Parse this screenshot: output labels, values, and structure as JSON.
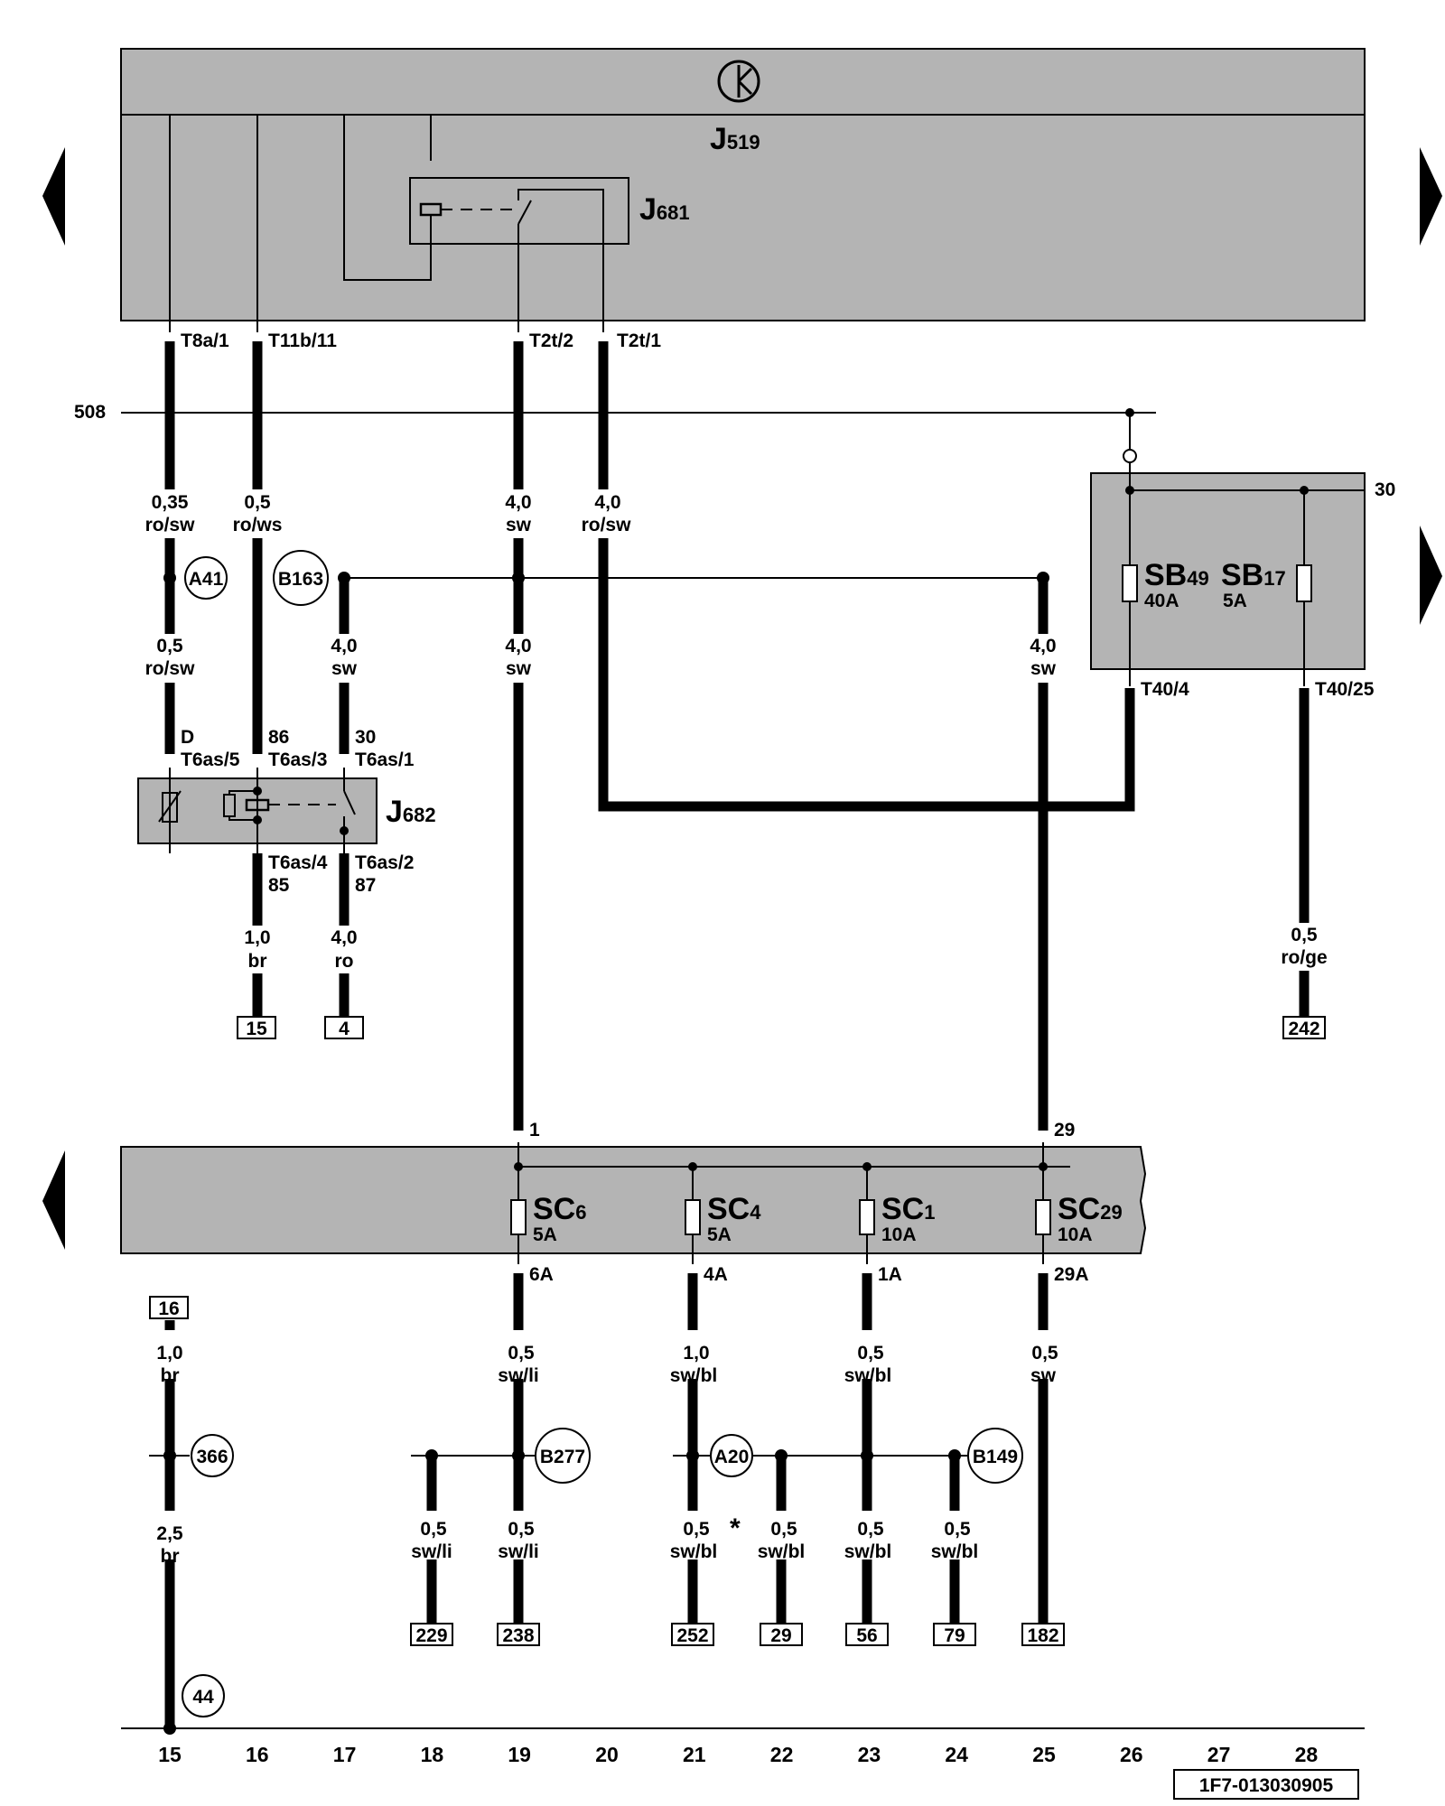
{
  "nav": {
    "left_arrow": "arrow-left-icon",
    "right_arrow": "arrow-right-icon"
  },
  "components": {
    "j519": {
      "main": "J",
      "sub": "519"
    },
    "j681": {
      "main": "J",
      "sub": "681"
    },
    "j682": {
      "main": "J",
      "sub": "682"
    },
    "sb49": {
      "main": "SB",
      "sub": "49",
      "rating": "40A"
    },
    "sb17": {
      "main": "SB",
      "sub": "17",
      "rating": "5A"
    },
    "sc6": {
      "main": "SC",
      "sub": "6",
      "rating": "5A"
    },
    "sc4": {
      "main": "SC",
      "sub": "4",
      "rating": "5A"
    },
    "sc1": {
      "main": "SC",
      "sub": "1",
      "rating": "10A"
    },
    "sc29": {
      "main": "SC",
      "sub": "29",
      "rating": "10A"
    }
  },
  "connectors": {
    "t8a_1": "T8a/1",
    "t11b_11": "T11b/11",
    "t2t_2": "T2t/2",
    "t2t_1": "T2t/1",
    "t40_4": "T40/4",
    "t40_25": "T40/25",
    "t6as_5": "T6as/5",
    "t6as_3": "T6as/3",
    "t6as_1": "T6as/1",
    "t6as_4": "T6as/4",
    "t6as_2": "T6as/2",
    "pin_d": "D",
    "pin_86": "86",
    "pin_30": "30",
    "pin_85": "85",
    "pin_87": "87",
    "sc_in_1": "1",
    "sc_in_29": "29",
    "sc_out_6a": "6A",
    "sc_out_4a": "4A",
    "sc_out_1a": "1A",
    "sc_out_29a": "29A"
  },
  "rails": {
    "r508": "508",
    "r30": "30"
  },
  "nodes": {
    "a41": "A41",
    "b163": "B163",
    "n366": "366",
    "b277": "B277",
    "a20": "A20",
    "b149": "B149",
    "n44": "44"
  },
  "wires": {
    "w1": {
      "size": "0,35",
      "color": "ro/sw"
    },
    "w2": {
      "size": "0,5",
      "color": "ro/ws"
    },
    "w3": {
      "size": "4,0",
      "color": "sw"
    },
    "w4": {
      "size": "4,0",
      "color": "ro/sw"
    },
    "w5": {
      "size": "0,5",
      "color": "ro/sw"
    },
    "w6": {
      "size": "4,0",
      "color": "sw"
    },
    "w7": {
      "size": "4,0",
      "color": "sw"
    },
    "w8": {
      "size": "4,0",
      "color": "sw"
    },
    "w9": {
      "size": "1,0",
      "color": "br"
    },
    "w10": {
      "size": "4,0",
      "color": "ro"
    },
    "w11": {
      "size": "0,5",
      "color": "ro/ge"
    },
    "w12": {
      "size": "1,0",
      "color": "br"
    },
    "w13": {
      "size": "2,5",
      "color": "br"
    },
    "w14": {
      "size": "0,5",
      "color": "sw/li"
    },
    "w15": {
      "size": "1,0",
      "color": "sw/bl"
    },
    "w16": {
      "size": "0,5",
      "color": "sw/bl"
    },
    "w17": {
      "size": "0,5",
      "color": "sw"
    },
    "w18": {
      "size": "0,5",
      "color": "sw/li"
    },
    "w19": {
      "size": "0,5",
      "color": "sw/li"
    },
    "w20": {
      "size": "0,5",
      "color": "sw/bl"
    },
    "w21": {
      "size": "0,5",
      "color": "sw/bl"
    },
    "w22": {
      "size": "0,5",
      "color": "sw/bl"
    },
    "w23": {
      "size": "0,5",
      "color": "sw/bl"
    }
  },
  "asterisk": "*",
  "refs": {
    "r15": "15",
    "r4": "4",
    "r242": "242",
    "r16": "16",
    "r229": "229",
    "r238": "238",
    "r252": "252",
    "r29": "29",
    "r56": "56",
    "r79": "79",
    "r182": "182"
  },
  "columns": [
    "15",
    "16",
    "17",
    "18",
    "19",
    "20",
    "21",
    "22",
    "23",
    "24",
    "25",
    "26",
    "27",
    "28"
  ],
  "doc_code": "1F7-013030905"
}
